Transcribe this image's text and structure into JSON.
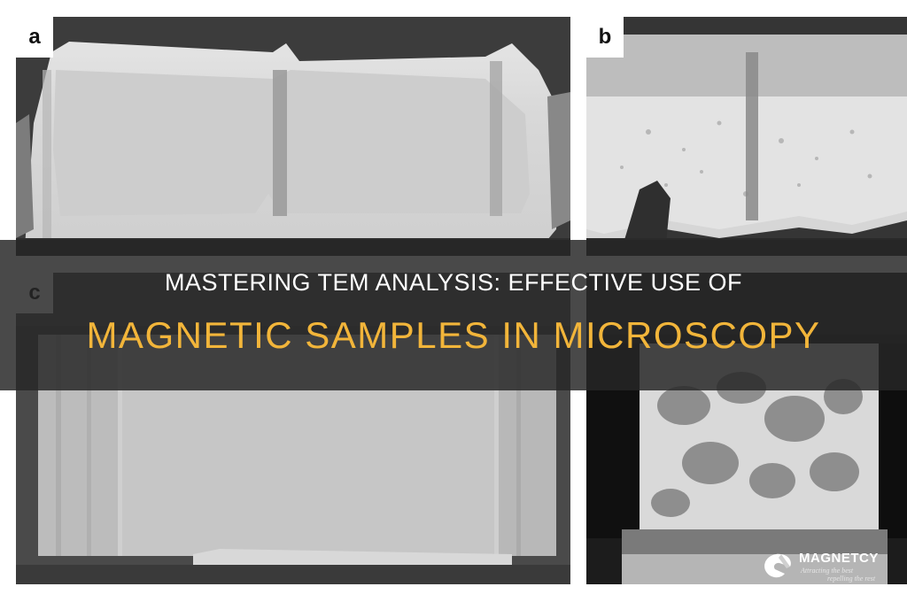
{
  "panels": {
    "a": {
      "label": "a"
    },
    "b": {
      "label": "b"
    },
    "c": {
      "label": "c"
    },
    "d": {
      "label": ""
    }
  },
  "title": {
    "line1": "MASTERING TEM ANALYSIS: EFFECTIVE USE OF",
    "line2": "MAGNETIC SAMPLES IN MICROSCOPY"
  },
  "logo": {
    "name": "MAGNETCY",
    "tagline_1": "Attracting the best",
    "tagline_2": "repelling the rest"
  },
  "colors": {
    "title_primary": "#ffffff",
    "title_accent": "#f2b53a",
    "band": "#262626"
  }
}
